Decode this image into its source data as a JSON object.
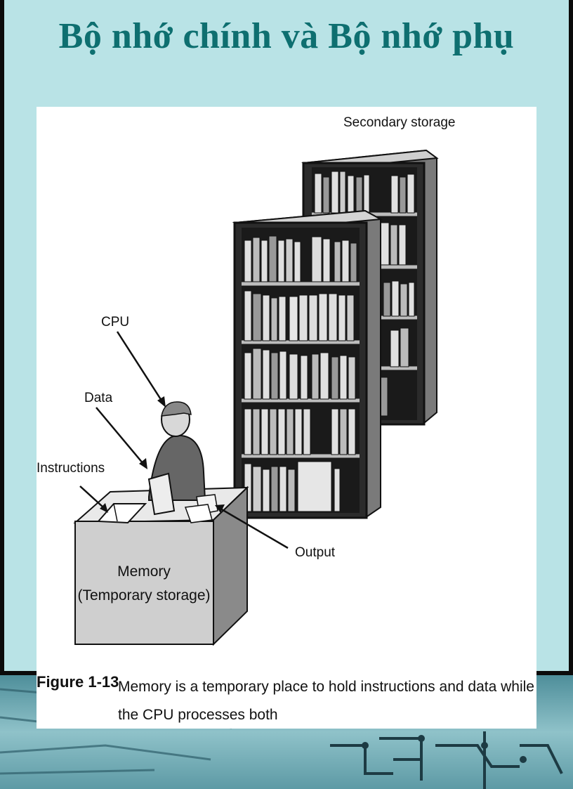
{
  "slide": {
    "title": "Bộ nhớ chính và Bộ nhớ phụ"
  },
  "figure": {
    "labels": {
      "secondary": "Secondary storage",
      "cpu": "CPU",
      "data": "Data",
      "instructions": "Instructions",
      "output": "Output",
      "memory_line1": "Memory",
      "memory_line2": "(Temporary storage)"
    },
    "caption_label": "Figure 1-13",
    "caption_text": "Memory is a temporary place to hold instructions and data while the CPU processes both"
  },
  "colors": {
    "background": "#b9e3e6",
    "title": "#0e6f70",
    "frame": "#0b0b0b"
  }
}
